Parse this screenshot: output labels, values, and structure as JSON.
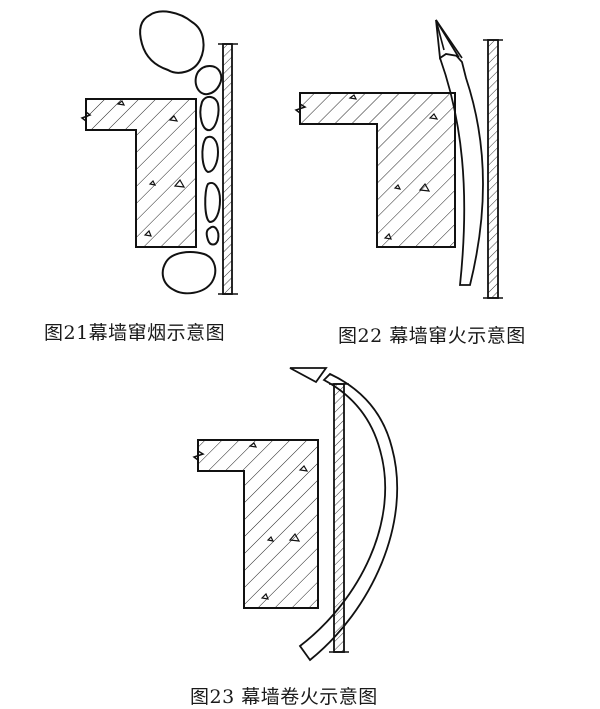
{
  "figures": [
    {
      "caption": "图21幕墙窜烟示意图"
    },
    {
      "caption": "图22 幕墙窜火示意图"
    },
    {
      "caption": "图23 幕墙卷火示意图"
    }
  ]
}
